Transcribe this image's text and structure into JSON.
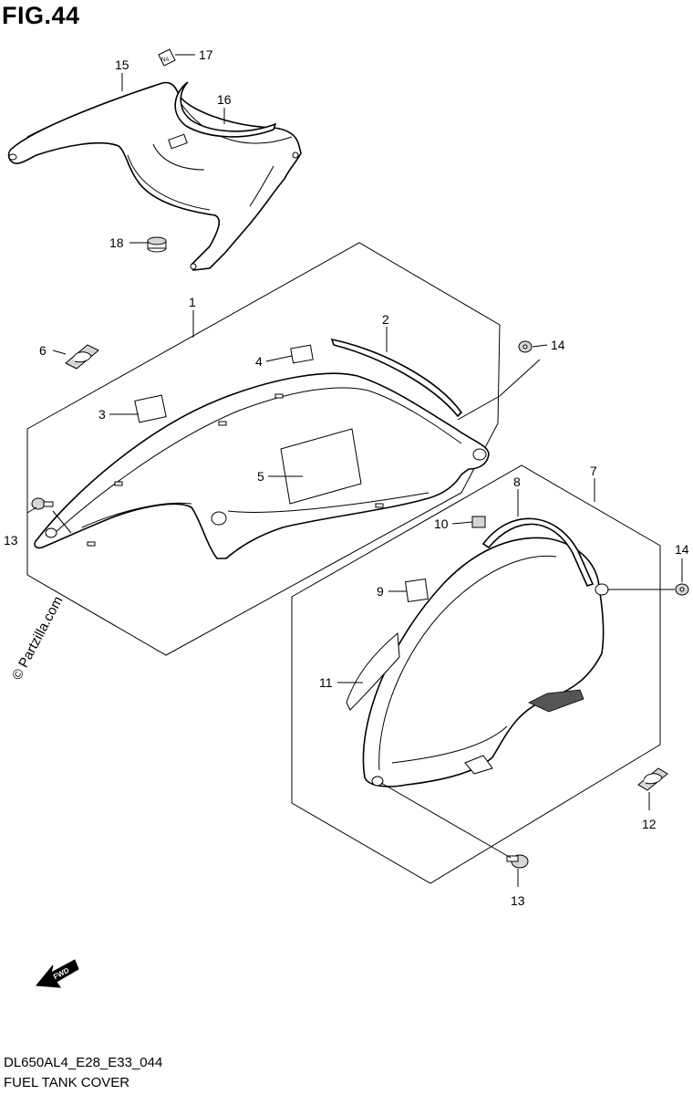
{
  "figure": {
    "title": "FIG.44",
    "model_code": "DL650AL4_E28_E33_044",
    "name": "FUEL TANK COVER",
    "watermark": "© Partzilla.com",
    "fwd_label": "FWD"
  },
  "callouts": {
    "p1": "1",
    "p2": "2",
    "p3": "3",
    "p4": "4",
    "p5": "5",
    "p6": "6",
    "p7": "7",
    "p8": "8",
    "p9": "9",
    "p10": "10",
    "p11": "11",
    "p12": "12",
    "p13a": "13",
    "p13b": "13",
    "p14a": "14",
    "p14b": "14",
    "p15": "15",
    "p16": "16",
    "p17": "17",
    "p18": "18"
  }
}
